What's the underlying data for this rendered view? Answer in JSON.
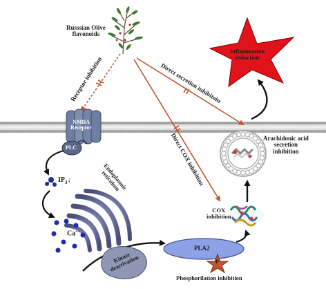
{
  "source_label": "Russsian Olive\nflavonoids",
  "inflammation_label": "Inflammation\nreduction",
  "receptor_inhibition_label": "Receptor inhibition",
  "direct_secretion_label": "Direct secretion inhibitoin",
  "direct_cox_label": "Direct COX inhibition",
  "nmda_label": "NMDA\nReceptor",
  "plc_label": "PLC",
  "ip3_label": "IP",
  "ip3_sub": "3",
  "er_label": "Endoplasmic\nreticulum",
  "ca_label": "Ca",
  "ca_sup": "++",
  "arachidonic_label": "Arachidonic acid\nsecretion\ninhibition",
  "cox_label": "COX\ninhibition",
  "pla2_label": "PLA2",
  "kinase_label": "Kinase\ndeactivation",
  "p_label": "P",
  "phospho_label": "Phosphorilation inhibition",
  "colors": {
    "arrow_orange": "#c0562a",
    "star_red": "#e2121a",
    "receptor_blue": "#6f7fa2",
    "ellipse_blue": "#8ea1e6",
    "membrane_gray": "#a9a9a9"
  }
}
